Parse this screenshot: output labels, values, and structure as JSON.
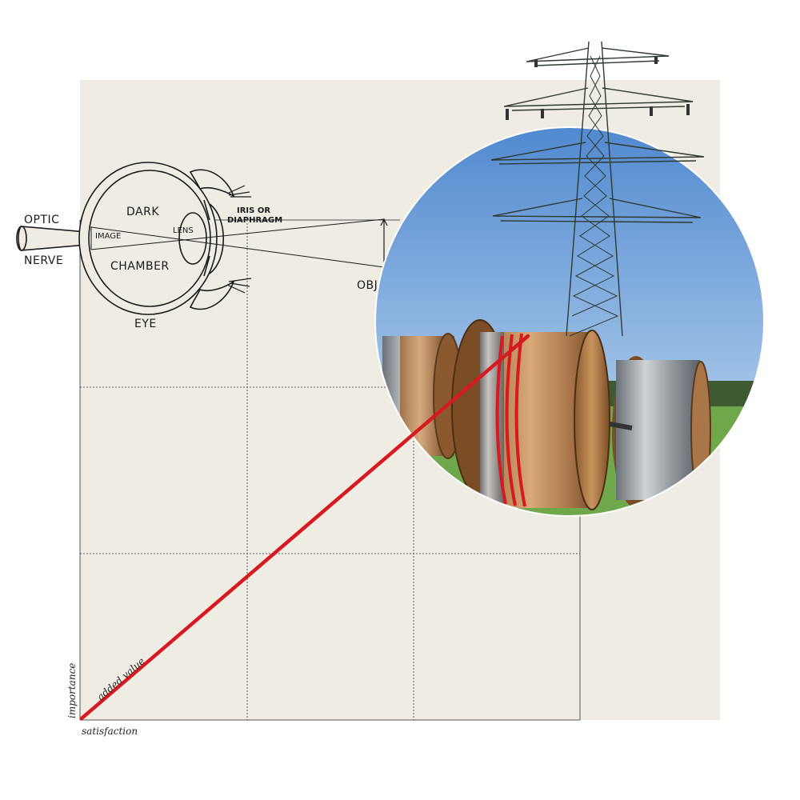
{
  "eye_diagram": {
    "optic": "OPTIC",
    "nerve": "NERVE",
    "dark": "DARK",
    "chamber": "CHAMBER",
    "lens": "LENS",
    "image": "IMAGE",
    "iris_line1": "IRIS OR",
    "iris_line2": "DIAPHRAGM",
    "object": "OBJECT",
    "eye": "EYE"
  },
  "axes": {
    "y_label": "importance",
    "x_label": "satisfaction",
    "line_label": "added value"
  },
  "colors": {
    "paper": "#efece4",
    "grid": "#555555",
    "accent_line": "#d71920",
    "sky": "#6fa3d8",
    "field": "#6ea84a"
  }
}
